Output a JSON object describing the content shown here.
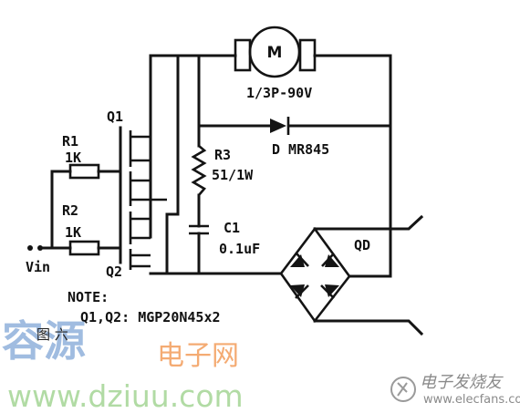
{
  "diagram": {
    "motor": {
      "symbol": "M",
      "rating": "1/3P-90V"
    },
    "diode": {
      "label": "D MR845"
    },
    "resistor_r3": {
      "name": "R3",
      "value": "51/1W"
    },
    "capacitor_c1": {
      "name": "C1",
      "value": "0.1uF"
    },
    "bridge": {
      "label": "QD"
    },
    "resistor_r1": {
      "name": "R1",
      "value": "1K"
    },
    "resistor_r2": {
      "name": "R2",
      "value": "1K"
    },
    "transistor_q1": {
      "label": "Q1"
    },
    "transistor_q2": {
      "label": "Q2"
    },
    "input": {
      "label": "Vin"
    },
    "note": {
      "title": "NOTE:",
      "text": "Q1,Q2: MGP20N45x2"
    }
  },
  "watermarks": {
    "figure_label": "图 六",
    "brand_big": "容源",
    "brand_sub": "电子网",
    "url": "www.dziuu.com",
    "site_name": "电子发烧友",
    "site_url": "www.elecfans.com"
  },
  "colors": {
    "ink": "#141414",
    "watermark_blue": "#8fb0da",
    "watermark_orange": "#f29c5a",
    "watermark_green": "#a9d79a",
    "watermark_gray": "#9a9a9a"
  }
}
